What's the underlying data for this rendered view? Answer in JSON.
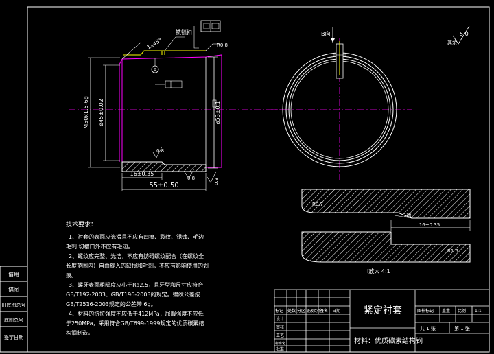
{
  "side_titles": [
    "借用",
    "描图",
    "旧底图总号",
    "底图总号",
    "签字日期"
  ],
  "front_view": {
    "dim_length": "55±0.50",
    "dim_groove": "16±0.35",
    "dim_thread": "M50x1.5-6g",
    "dim_inner": "ø45±0.02",
    "dim_outer": "ø53±0.1",
    "rough_08_a": "0.8",
    "rough_08_b": "0.8",
    "rough_08_c": "0.8",
    "chamfer": "1x45°",
    "leader_note": "铣锁扣",
    "datum": "A",
    "r_note": "R0.8"
  },
  "view_b_label": "B向",
  "roughness_corner": {
    "value": "5.0",
    "note": "其余"
  },
  "detail": {
    "label": "I放大 4:1",
    "r_top": "R0.7",
    "dim": "16±0.35",
    "r_bottom": "R1.5",
    "slot": "1槽"
  },
  "tech_requirements": {
    "title": "技术要求：",
    "lines": [
      "1、衬套的表面应光滑且不应有凹痕、裂纹、锈蚀、毛边",
      "毛刺 切槽口外不应有毛边。",
      "2、螺纹应完整、光洁，不应有妨碍螺纹配合（在螺纹全",
      "长度范围内）自由旋入的缺损和毛刺，不应有影响使用的划",
      "痕。",
      "3、螺牙表面粗糙度应小于Ra2.5，且牙型和尺寸应符合",
      "GB/T192-2003、GB/T196-2003的规定。螺纹公差按",
      "GB/T2516-2003规定的公差带 6g。",
      "4、材料的抗拉强度不应低于412MPa，屈服强度不应低",
      "于250MPa，采用符合GB/T699-1999规定的优质碳素结",
      "构钢制造。"
    ]
  },
  "title_block": {
    "part_name": "紧定衬套",
    "material": "材料：优质碳素结构钢",
    "header_cells": [
      "标记",
      "处数",
      "分区",
      "更改文件号",
      "签名",
      "日期"
    ],
    "role_rows": [
      "设计",
      "审核",
      "工艺",
      "标准化",
      "批准"
    ],
    "right_headers": [
      "图样标记",
      "重量",
      "比例"
    ],
    "scale": "1:1",
    "sheet_info": [
      "共 1 张",
      "第 1 张"
    ]
  }
}
